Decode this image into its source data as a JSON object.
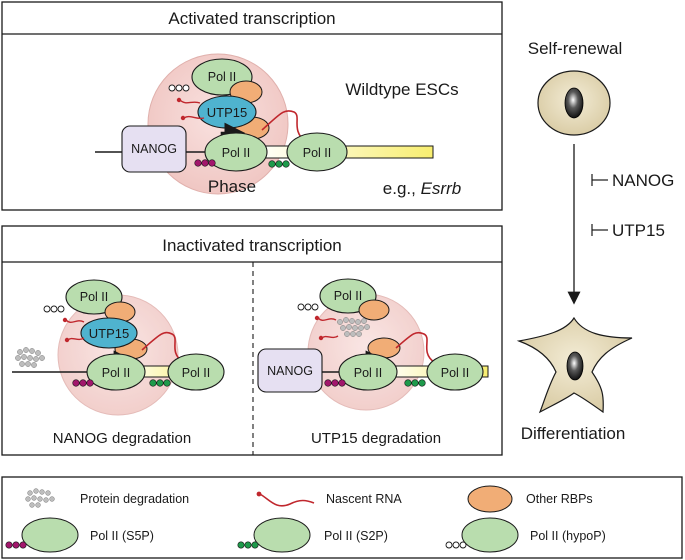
{
  "panels": {
    "activated": {
      "title": "Activated transcription",
      "condition": "Wildtype ESCs",
      "phase_label": "Phase",
      "example_prefix": "e.g., ",
      "example_gene": "Esrrb"
    },
    "inactivated": {
      "title": "Inactivated transcription",
      "left_caption": "NANOG degradation",
      "right_caption": "UTP15 degradation"
    }
  },
  "molecules": {
    "pol2": "Pol II",
    "utp15": "UTP15",
    "nanog": "NANOG"
  },
  "fate": {
    "top": "Self-renewal",
    "inhibitor_1": "NANOG",
    "inhibitor_2": "UTP15",
    "bottom": "Differentiation"
  },
  "legend": {
    "items": [
      {
        "label": "Protein degradation"
      },
      {
        "label": "Nascent RNA"
      },
      {
        "label": "Other RBPs"
      },
      {
        "label": "Pol II (S5P)"
      },
      {
        "label": "Pol II (S2P)"
      },
      {
        "label": "Pol II (hypoP)"
      }
    ]
  },
  "colors": {
    "pol2_fill": "#b9ddae",
    "rbp_fill": "#f1ad76",
    "utp15_fill": "#4fb3cf",
    "nanog_fill": "#e6e0f2",
    "phase_fill": "#f6d8d6",
    "gene_body": "#fbf49c",
    "rna": "#c0272d",
    "s5p_dot": "#a2176c",
    "s2p_dot": "#1e9a4b"
  }
}
